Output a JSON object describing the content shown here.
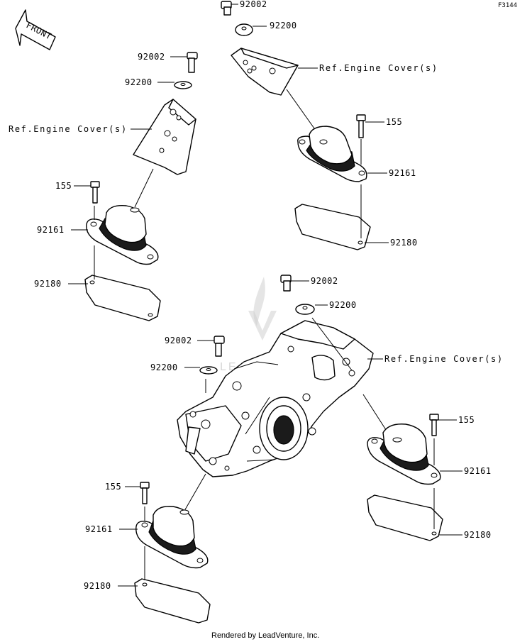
{
  "diagram_code": "F3144",
  "front_arrow_label": "FRONT",
  "footer": "Rendered by LeadVenture, Inc.",
  "watermark": "LEADVENTURE",
  "labels": {
    "top_bolt": "92002",
    "top_collar": "92200",
    "top_ref": "Ref.Engine Cover(s)",
    "upper_left_bolt": "92002",
    "upper_left_collar": "92200",
    "upper_left_ref": "Ref.Engine Cover(s)",
    "upper_left_screw": "155",
    "upper_left_mount": "92161",
    "upper_left_plate": "92180",
    "upper_right_screw": "155",
    "upper_right_mount": "92161",
    "upper_right_plate": "92180",
    "mid_bolt": "92002",
    "mid_collar": "92200",
    "mid_ref": "Ref.Engine Cover(s)",
    "lower_left_bolt": "92002",
    "lower_left_collar": "92200",
    "lower_right_screw": "155",
    "lower_right_mount": "92161",
    "lower_right_plate": "92180",
    "lower_left_screw": "155",
    "lower_left_mount": "92161",
    "lower_left_plate": "92180"
  }
}
